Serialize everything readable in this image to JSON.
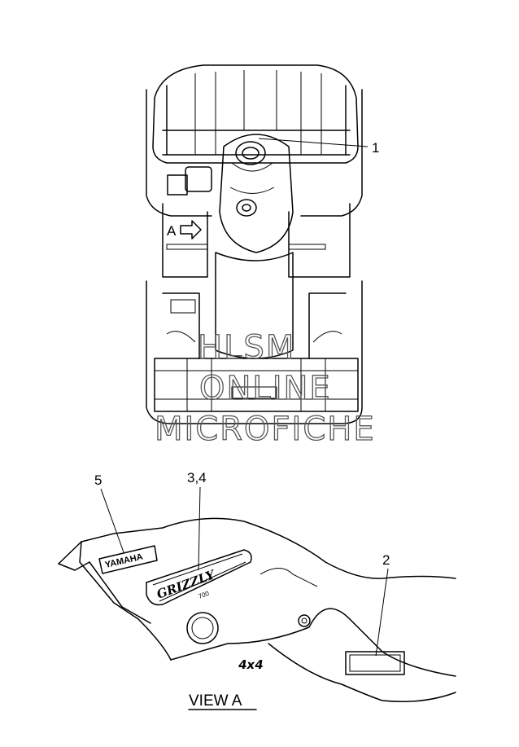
{
  "callouts": {
    "c1": "1",
    "c2": "2",
    "c34": "3,4",
    "c5": "5"
  },
  "view_arrow_letter": "A",
  "view_caption": "VIEW A",
  "watermark": {
    "line1": "HLSM",
    "line2": "ONLINE",
    "line3": "MICROFICHE"
  },
  "decal_texts": {
    "yamaha": "YAMAHA",
    "grizzly": "GRIZZLY",
    "grizzly_sub": "700",
    "four_by_four": "4x4"
  },
  "colors": {
    "line": "#000000",
    "watermark": "#555555",
    "background": "#ffffff"
  }
}
